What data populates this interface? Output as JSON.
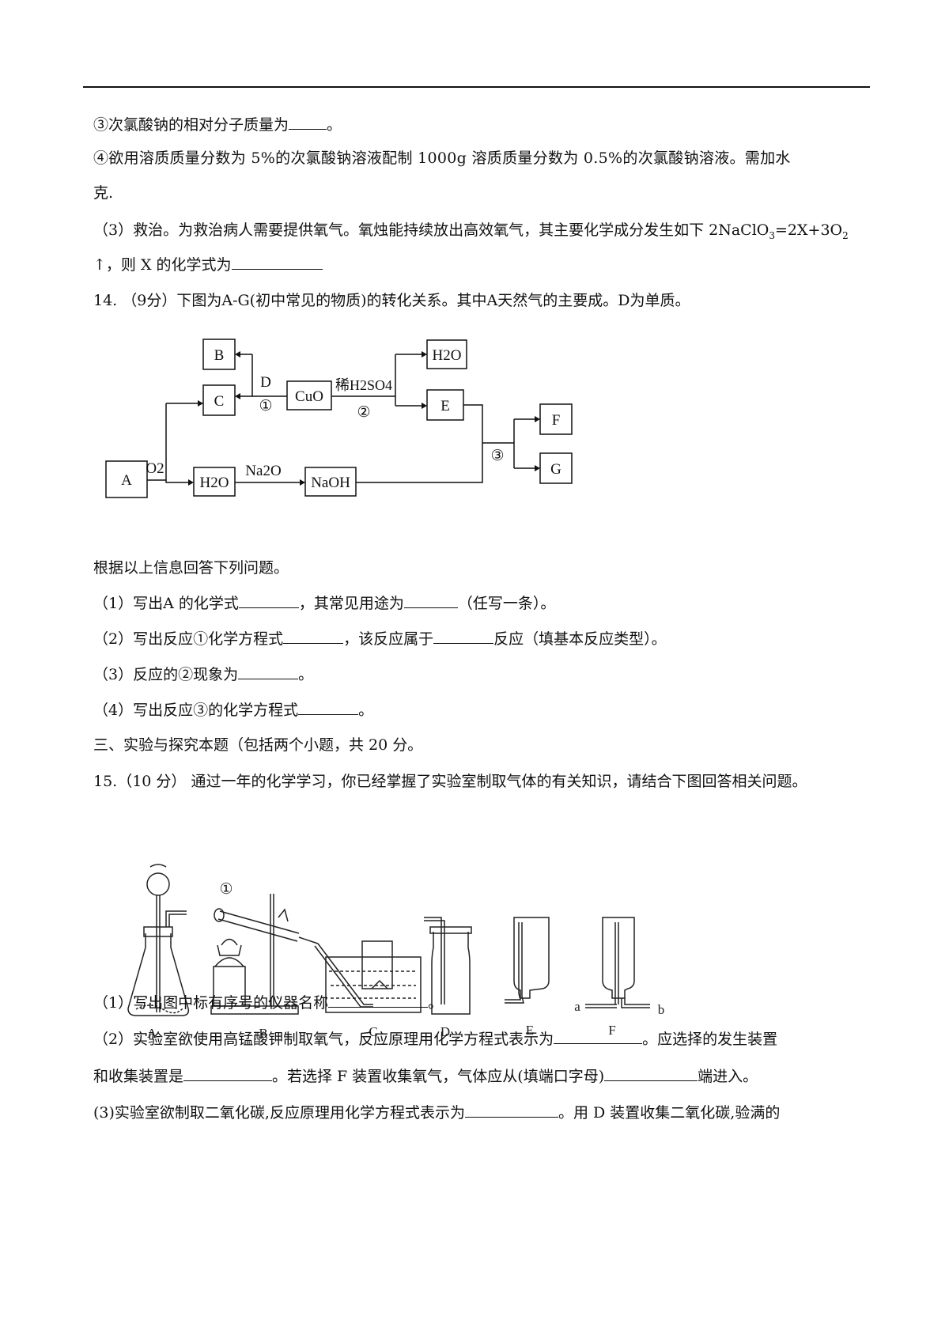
{
  "q13_tail": {
    "l3": "③次氯酸钠的相对分子质量为",
    "l3_end": "。",
    "l4": "④欲用溶质质量分数为 5%的次氯酸钠溶液配制 1000g 溶质质量分数为 0.5%的次氯酸钠溶液。需加水",
    "l4b": "克.",
    "l5": "（3）救治。为救治病人需要提供氧气。氧烛能持续放出高效氧气，其主要化学成分发生如下 2NaClO",
    "l5_sub": "3",
    "l5_mid": "=2X+3O",
    "l5_sub2": "2",
    "l6": "↑，则 X 的化学式为"
  },
  "q14": {
    "title": "14.  （9分）下图为A-G(初中常见的物质)的转化关系。其中A天然气的主要成。D为单质。",
    "diagram": {
      "A": "A",
      "B": "B",
      "C": "C",
      "CuO": "CuO",
      "H2O_top": "H2O",
      "E": "E",
      "F": "F",
      "G": "G",
      "H2O_bottom": "H2O",
      "NaOH": "NaOH",
      "O2": "O2",
      "D": "D",
      "circle1": "①",
      "dilute_h2so4": "稀H2SO4",
      "circle2": "②",
      "Na2O": "Na2O",
      "circle3": "③"
    },
    "intro": "根据以上信息回答下列问题。",
    "p1a": "（1）写出A 的化学式",
    "p1b": "，其常见用途为",
    "p1c": "（任写一条）。",
    "p2a": "（2）写出反应①化学方程式",
    "p2b": "，该反应属于",
    "p2c": "反应（填基本反应类型）。",
    "p3a": "（3）反应的②现象为",
    "p3b": "。",
    "p4a": "（4）写出反应③的化学方程式",
    "p4b": "。"
  },
  "section3": "三、实验与探究本题（包括两个小题，共 20 分。",
  "q15": {
    "title": "15.（10 分） 通过一年的化学学习，你已经掌握了实验室制取气体的有关知识，请结合下图回答相关问题。",
    "labels": {
      "A": "A",
      "B": "B",
      "C": "C",
      "D": "D",
      "E": "E",
      "F": "F",
      "a": "a",
      "b": "b",
      "circle1": "①"
    },
    "p1a": "（1）写出图中标有序号的仪器名称",
    "p1b": "。",
    "p2a": "（2）实验室欲使用高锰酸钾制取氧气，反应原理用化学方程式表示为",
    "p2b": "。应选择的发生装置",
    "p2c": "和收集装置是",
    "p2d": "。若选择 F 装置收集氧气，气体应从(填端口字母)",
    "p2e": "端进入。",
    "p3a": "(3)实验室欲制取二氧化碳,反应原理用化学方程式表示为",
    "p3b": "。用 D 装置收集二氧化碳,验满的"
  }
}
